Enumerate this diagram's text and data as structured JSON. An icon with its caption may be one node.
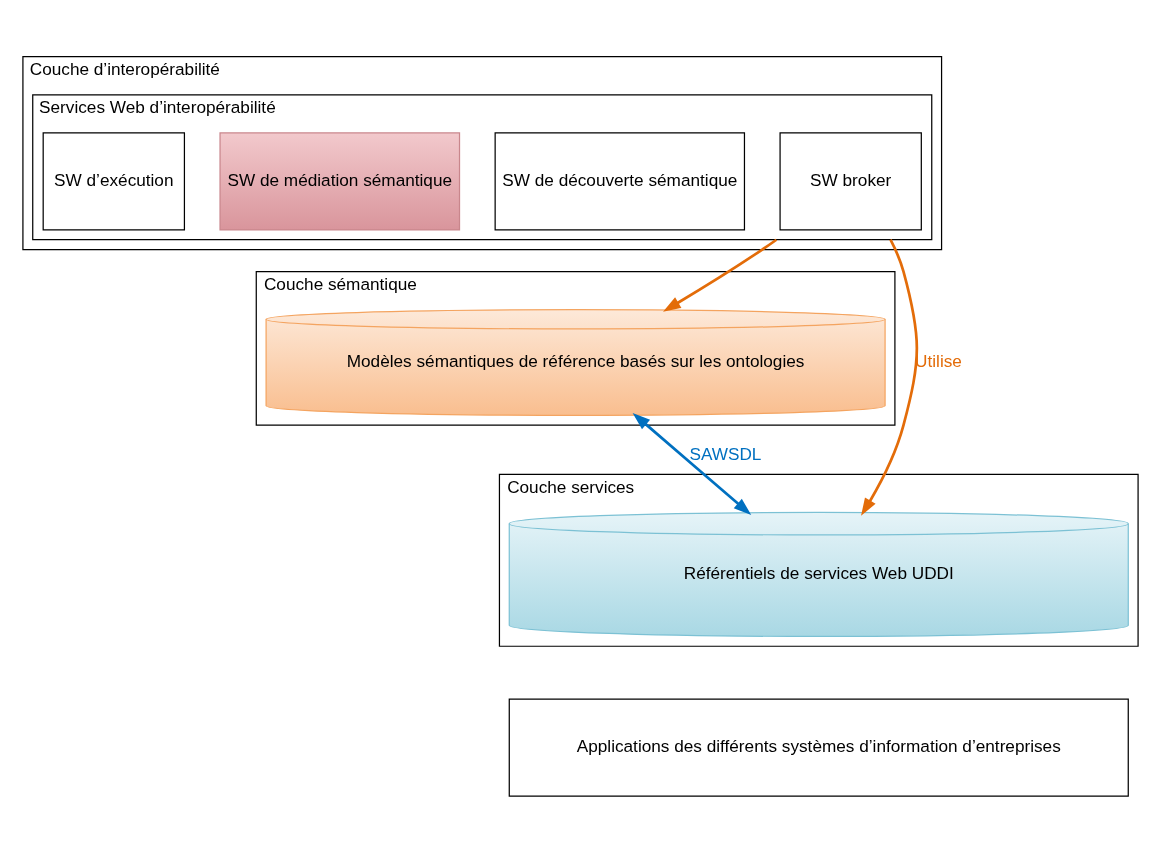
{
  "diagram": {
    "nodes": [
      {
        "text": [
          "Couche d’interopérabilité"
        ]
      },
      {
        "text": [
          "Services Web d’interopérabilité"
        ],
        "in": 0
      },
      {
        "text": [
          "SW broker"
        ],
        "in": 1
      },
      {
        "text": [
          "SW de découverte sémantique"
        ],
        "in": 1
      },
      {
        "text": [
          "SW de médiation sémantique"
        ],
        "in": 1
      },
      {
        "text": [
          "SW d’exécution"
        ],
        "in": 1
      },
      {
        "text": [
          "Couche sémantique"
        ]
      },
      {
        "text": [
          "Modèles sémantiques de référence basés sur les ontologies"
        ],
        "in": 6
      },
      {
        "text": [
          "Couche services"
        ]
      },
      {
        "text": [
          "Référentiels de services Web UDDI"
        ],
        "in": 8
      },
      {
        "text": [
          "Applications des différents systèmes d’information d’entreprises"
        ]
      }
    ],
    "edges": [
      {
        "from": 1,
        "to": 9,
        "arrow": "to",
        "label": "Utilise",
        "color": "#e36c09"
      },
      {
        "from": 1,
        "to": 7,
        "arrow": "to",
        "color": "#e36c09"
      },
      {
        "from": 7,
        "to": 9,
        "arrow": "both",
        "label": "SAWSDL",
        "color": "#0070c0"
      }
    ]
  }
}
